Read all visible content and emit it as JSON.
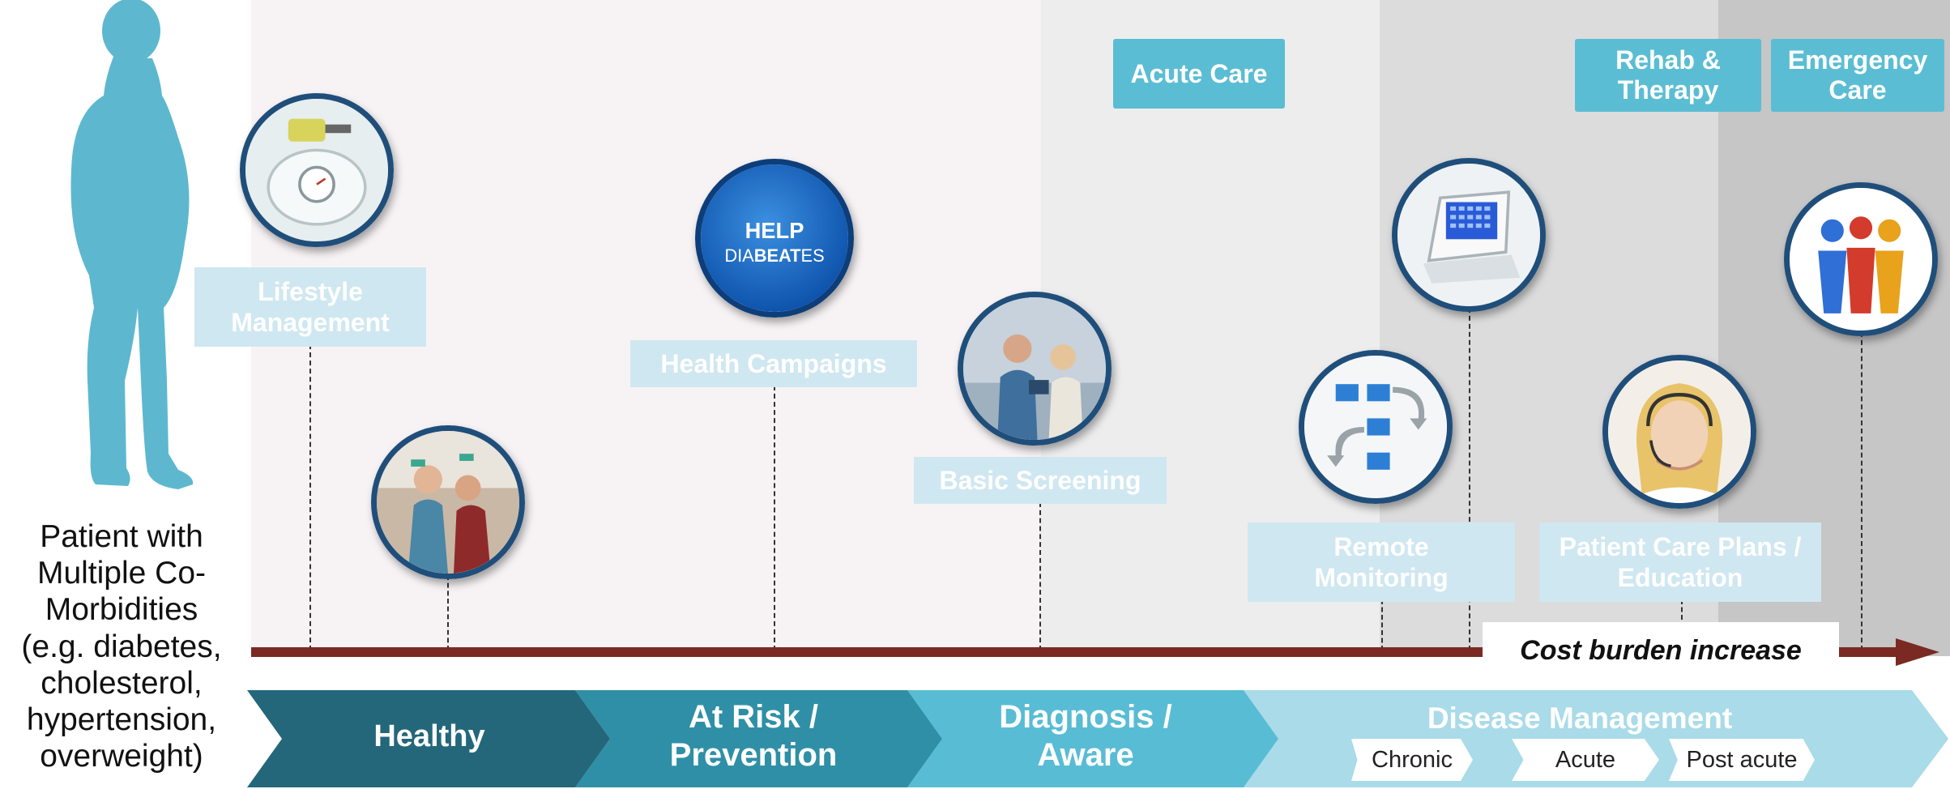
{
  "patient": {
    "lines": [
      "Patient with",
      "Multiple Co-",
      "Morbidities",
      "(e.g. diabetes,",
      "cholesterol,",
      "hypertension,",
      "overweight)"
    ]
  },
  "top_labels": {
    "acute_care": "Acute Care",
    "rehab_line1": "Rehab &",
    "rehab_line2": "Therapy",
    "emergency_line1": "Emergency",
    "emergency_line2": "Care"
  },
  "interventions": {
    "lifestyle_line1": "Lifestyle",
    "lifestyle_line2": "Management",
    "health_campaigns": "Health Campaigns",
    "basic_screening": "Basic Screening",
    "remote_line1": "Remote",
    "remote_line2": "Monitoring",
    "care_plans_line1": "Patient Care Plans /",
    "care_plans_line2": "Education"
  },
  "icons": {
    "help_logo_line1": "HELP",
    "help_logo_line2a": "DIA",
    "help_logo_line2b": "BEAT",
    "help_logo_line2c": "ES"
  },
  "timeline": {
    "cost_label": "Cost burden increase"
  },
  "stages": {
    "healthy": "Healthy",
    "at_risk_line1": "At Risk /",
    "at_risk_line2": "Prevention",
    "diagnosis_line1": "Diagnosis /",
    "diagnosis_line2": "Aware",
    "disease_management": "Disease Management",
    "sub": [
      "Chronic",
      "Acute",
      "Post acute"
    ]
  },
  "colors": {
    "stage_healthy": "#24677a",
    "stage_risk": "#2f8fa6",
    "stage_diagnosis": "#58bcd4",
    "stage_disease": "#a9dbe8",
    "timeline_arrow": "#7a2a22",
    "label_box": "#cfe7f0",
    "top_box": "#5bbdd3",
    "silhouette": "#5db8cf"
  }
}
